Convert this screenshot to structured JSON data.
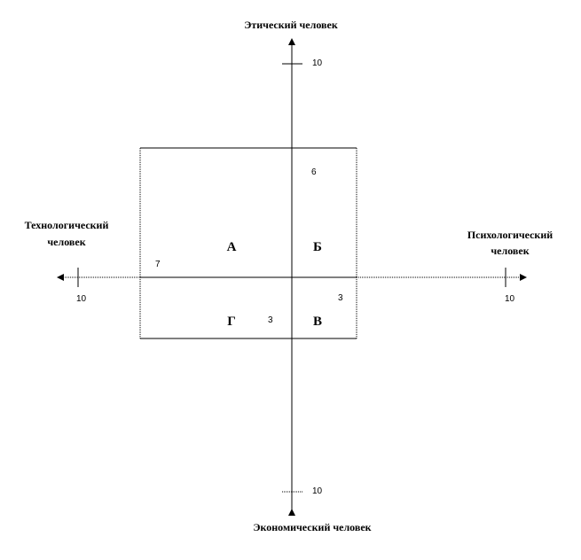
{
  "axes": {
    "top": {
      "label": "Этический человек",
      "max": "10"
    },
    "bottom": {
      "label": "Экономический человек",
      "max": "10"
    },
    "left": {
      "label_line1": "Технологический",
      "label_line2": "человек",
      "max": "10"
    },
    "right": {
      "label_line1": "Психологический",
      "label_line2": "человек",
      "max": "10"
    }
  },
  "quadrants": {
    "a": "А",
    "b": "Б",
    "v": "В",
    "g": "Г"
  },
  "values": {
    "top": "6",
    "left": "7",
    "right": "3",
    "bottom": "3"
  },
  "colors": {
    "ink": "#000000",
    "background": "#ffffff"
  }
}
